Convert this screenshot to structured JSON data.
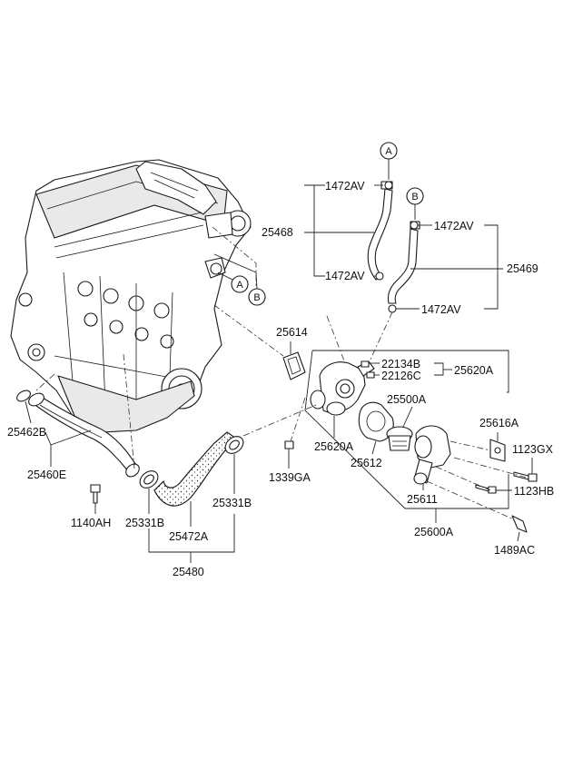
{
  "callouts": {
    "a": "A",
    "b": "B"
  },
  "labels": {
    "l_1472av_1": "1472AV",
    "l_1472av_2": "1472AV",
    "l_1472av_3": "1472AV",
    "l_1472av_4": "1472AV",
    "l_25468": "25468",
    "l_25469": "25469",
    "l_25614": "25614",
    "l_22134b": "22134B",
    "l_22126c": "22126C",
    "l_25620a_1": "25620A",
    "l_25500a": "25500A",
    "l_25620a_2": "25620A",
    "l_25612": "25612",
    "l_25462b": "25462B",
    "l_25460e": "25460E",
    "l_25616a": "25616A",
    "l_1123gx": "1123GX",
    "l_1339ga": "1339GA",
    "l_25611": "25611",
    "l_1123hb": "1123HB",
    "l_1140ah": "1140AH",
    "l_25331b_1": "25331B",
    "l_25331b_2": "25331B",
    "l_25472a": "25472A",
    "l_25600a": "25600A",
    "l_1489ac": "1489AC",
    "l_25480": "25480"
  }
}
